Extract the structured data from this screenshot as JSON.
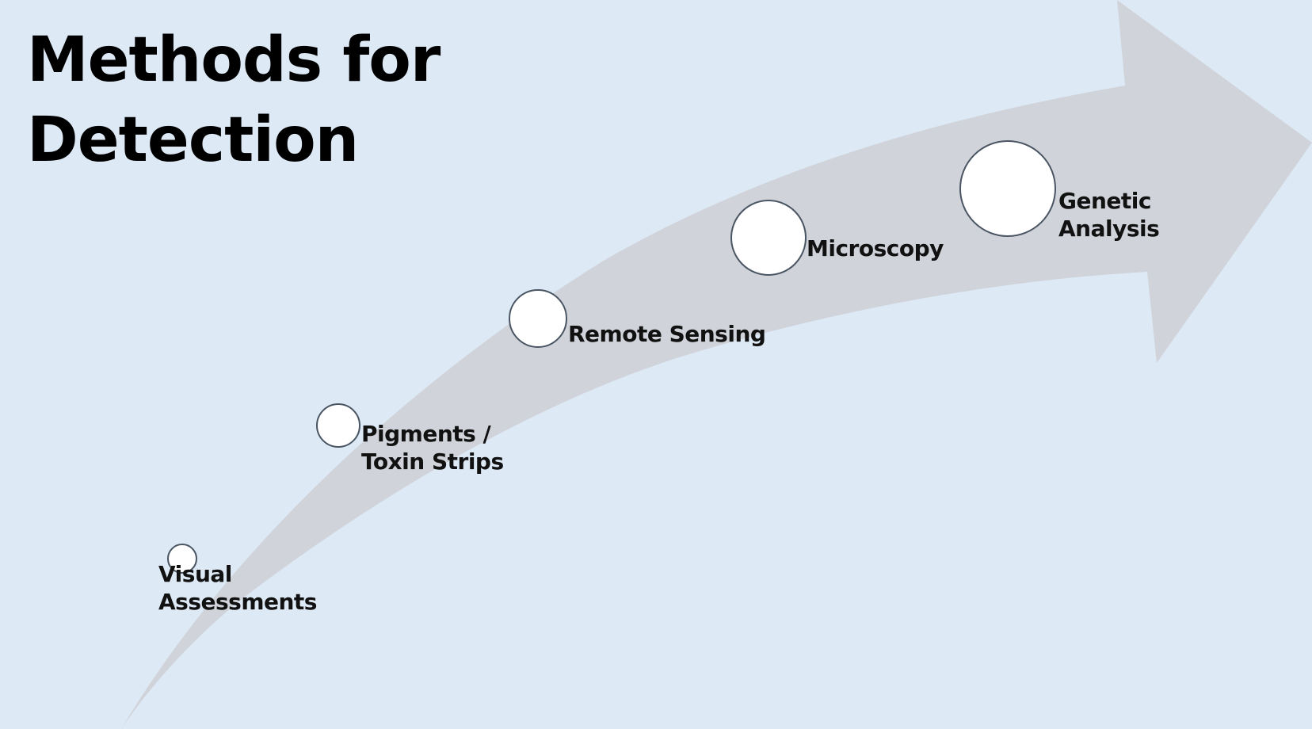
{
  "slide": {
    "title_line1": "Methods for",
    "title_line2": "Detection"
  },
  "colors": {
    "background": "#dde9f5",
    "arrow": "#d0d3d9",
    "circle_fill": "#ffffff",
    "circle_stroke": "#4a5563",
    "text": "#111111"
  },
  "steps": [
    {
      "id": "visual",
      "line1": "Visual",
      "line2": "Assessments",
      "icon": "circle-marker-icon"
    },
    {
      "id": "pigments",
      "line1": "Pigments /",
      "line2": "Toxin Strips",
      "icon": "circle-marker-icon"
    },
    {
      "id": "remote",
      "line1": "Remote Sensing",
      "line2": "",
      "icon": "circle-marker-icon"
    },
    {
      "id": "microscopy",
      "line1": "Microscopy",
      "line2": "",
      "icon": "circle-marker-icon"
    },
    {
      "id": "genetic",
      "line1": "Genetic",
      "line2": "Analysis",
      "icon": "circle-marker-icon"
    }
  ]
}
